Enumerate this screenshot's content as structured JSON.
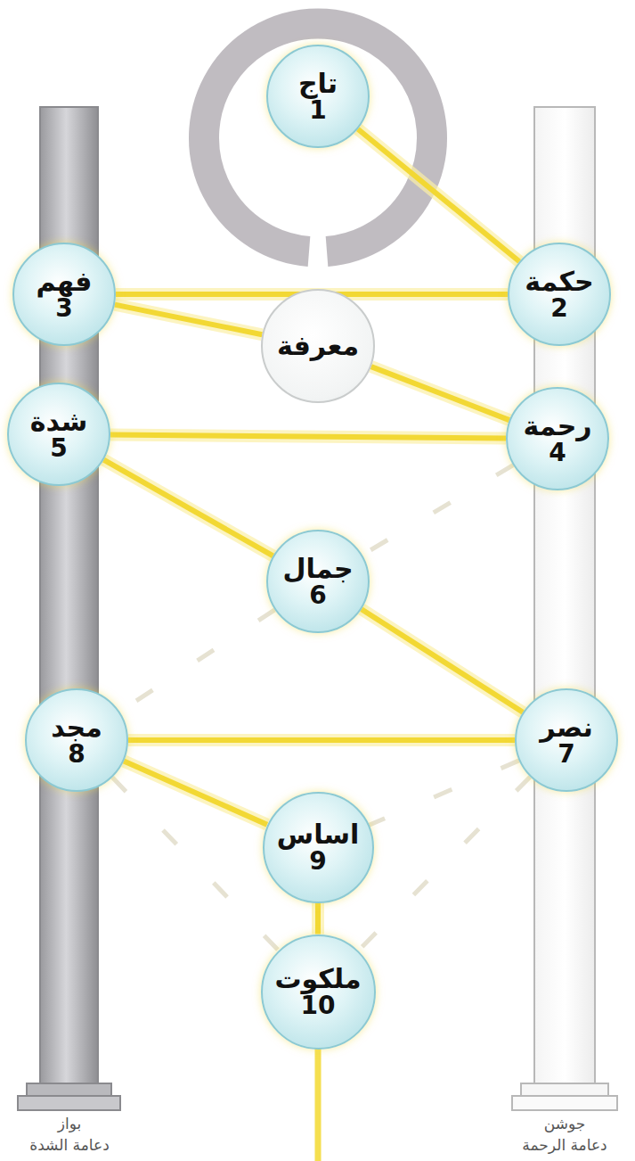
{
  "diagram": {
    "nodes": [
      {
        "text": [
          "تاج",
          "1"
        ]
      },
      {
        "text": [
          "حكمة",
          "2"
        ]
      },
      {
        "text": [
          "فهم",
          "3"
        ]
      },
      {
        "text": [
          "معرفة"
        ]
      },
      {
        "text": [
          "رحمة",
          "4"
        ]
      },
      {
        "text": [
          "شدة",
          "5"
        ]
      },
      {
        "text": [
          "جمال",
          "6"
        ]
      },
      {
        "text": [
          "نصر",
          "7"
        ]
      },
      {
        "text": [
          "مجد",
          "8"
        ]
      },
      {
        "text": [
          "اساس",
          "9"
        ]
      },
      {
        "text": [
          "ملكوت",
          "10"
        ]
      }
    ],
    "edges": [
      {
        "from": 0,
        "to": 1,
        "arrow": "none"
      },
      {
        "from": 2,
        "to": 1,
        "arrow": "none"
      },
      {
        "from": 2,
        "to": 3,
        "arrow": "none"
      },
      {
        "from": 3,
        "to": 4,
        "arrow": "none"
      },
      {
        "from": 5,
        "to": 4,
        "arrow": "none"
      },
      {
        "from": 5,
        "to": 6,
        "arrow": "none"
      },
      {
        "from": 6,
        "to": 7,
        "arrow": "none"
      },
      {
        "from": 8,
        "to": 7,
        "arrow": "none"
      },
      {
        "from": 8,
        "to": 9,
        "arrow": "none"
      },
      {
        "from": 9,
        "to": 10,
        "arrow": "none"
      },
      {
        "from": 4,
        "to": 6,
        "arrow": "none"
      },
      {
        "from": 6,
        "to": 8,
        "arrow": "none"
      },
      {
        "from": 7,
        "to": 9,
        "arrow": "none"
      },
      {
        "from": 8,
        "to": 10,
        "arrow": "none"
      },
      {
        "from": 7,
        "to": 10,
        "arrow": "none"
      }
    ],
    "labels": [
      "بواز",
      "دعامة الشدة",
      "جوشن",
      "دعامة الرحمة"
    ]
  }
}
